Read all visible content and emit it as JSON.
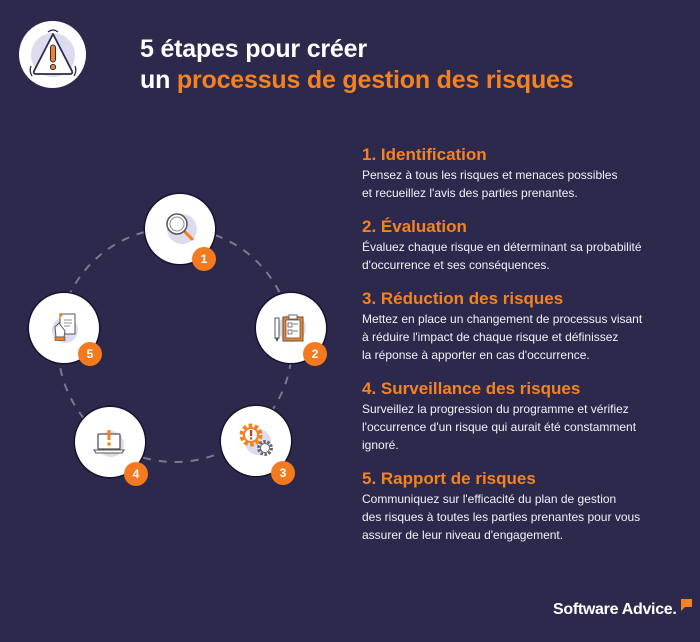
{
  "header": {
    "title_line1": "5 étapes pour créer",
    "title_line2_prefix": "un",
    "title_line2_accent": "processus de gestion des risques",
    "icon": "warning-triangle-icon"
  },
  "colors": {
    "background": "#2d294d",
    "accent": "#f58220",
    "badge": "#f37a1f",
    "ring_dash": "#7a7890",
    "icon_tint": "#dddcef"
  },
  "cycle": {
    "nodes": [
      {
        "number": "1",
        "icon": "magnifying-glass-icon"
      },
      {
        "number": "2",
        "icon": "clipboard-checklist-icon"
      },
      {
        "number": "3",
        "icon": "gears-alert-icon"
      },
      {
        "number": "4",
        "icon": "laptop-alert-icon"
      },
      {
        "number": "5",
        "icon": "hand-document-icon"
      }
    ]
  },
  "steps": [
    {
      "title": "1. Identification",
      "lines": [
        "Pensez à tous les risques et menaces possibles",
        "et recueillez l'avis des parties prenantes."
      ]
    },
    {
      "title": "2. Évaluation",
      "lines": [
        "Évaluez chaque risque en déterminant sa probabilité",
        "d'occurrence et ses conséquences."
      ]
    },
    {
      "title": "3. Réduction des risques",
      "lines": [
        "Mettez en place un changement de processus visant",
        "à réduire l'impact de chaque risque et définissez",
        "la réponse à apporter en cas d'occurrence."
      ]
    },
    {
      "title": "4. Surveillance des risques",
      "lines": [
        "Surveillez la progression du programme et vérifiez",
        "l'occurrence d'un risque qui aurait été constamment",
        "ignoré."
      ]
    },
    {
      "title": "5. Rapport de risques",
      "lines": [
        "Communiquez sur l'efficacité du plan de gestion",
        "des risques à toutes les parties prenantes pour vous",
        "assurer de leur niveau d'engagement."
      ]
    }
  ],
  "footer": {
    "logo_text": "Software Advice."
  }
}
